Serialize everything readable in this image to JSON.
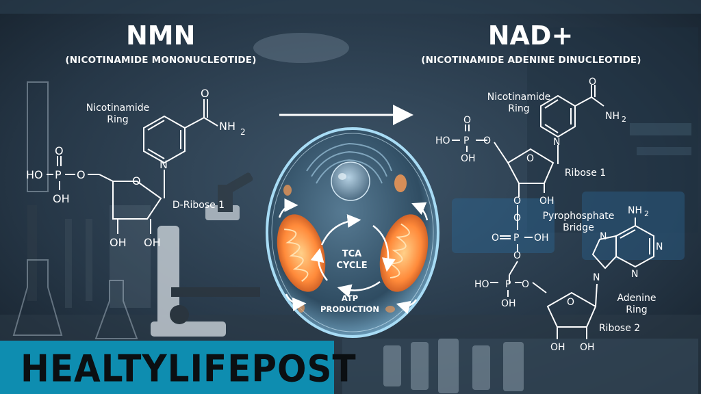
{
  "nmn": {
    "title": "NMN",
    "subtitle": "(NICOTINAMIDE MONONUCLEOTIDE)",
    "labels": {
      "ring": [
        "Nicotinamide",
        "Ring"
      ],
      "ribose": "D-Ribose 1",
      "amide_o": "O",
      "amide_n": "NH",
      "ring_n": "N",
      "ring_o": "O",
      "phos_p": "P",
      "phos_o": "O",
      "phos_ho": "HO",
      "phos_oh": "OH",
      "oh": "OH"
    }
  },
  "nad": {
    "title": "NAD+",
    "subtitle": "(NICOTINAMIDE ADENINE DINUCLEOTIDE)",
    "labels": {
      "ring": [
        "Nicotinamide",
        "Ring"
      ],
      "ribose1": "Ribose 1",
      "ribose2": "Ribose 2",
      "bridge": [
        "Pyrophosphate",
        "Bridge"
      ],
      "adenine": [
        "Adenine",
        "Ring"
      ],
      "nh2": "NH",
      "amide_o": "O",
      "n": "N",
      "o": "O",
      "p": "P",
      "ho": "HO",
      "oh": "OH"
    }
  },
  "cell": {
    "cycle": [
      "TCA",
      "CYCLE"
    ],
    "atp": [
      "ATP",
      "PRODUCTION"
    ]
  },
  "brand": "HEALTYLIFEPOST",
  "colors": {
    "background": "#1c2a38",
    "text": "#ffffff",
    "cell": "#9fd2ef",
    "mitochondria": "#ff8a3a",
    "brand_bar": "#0e8db0",
    "brand_text": "#0b0f12"
  }
}
